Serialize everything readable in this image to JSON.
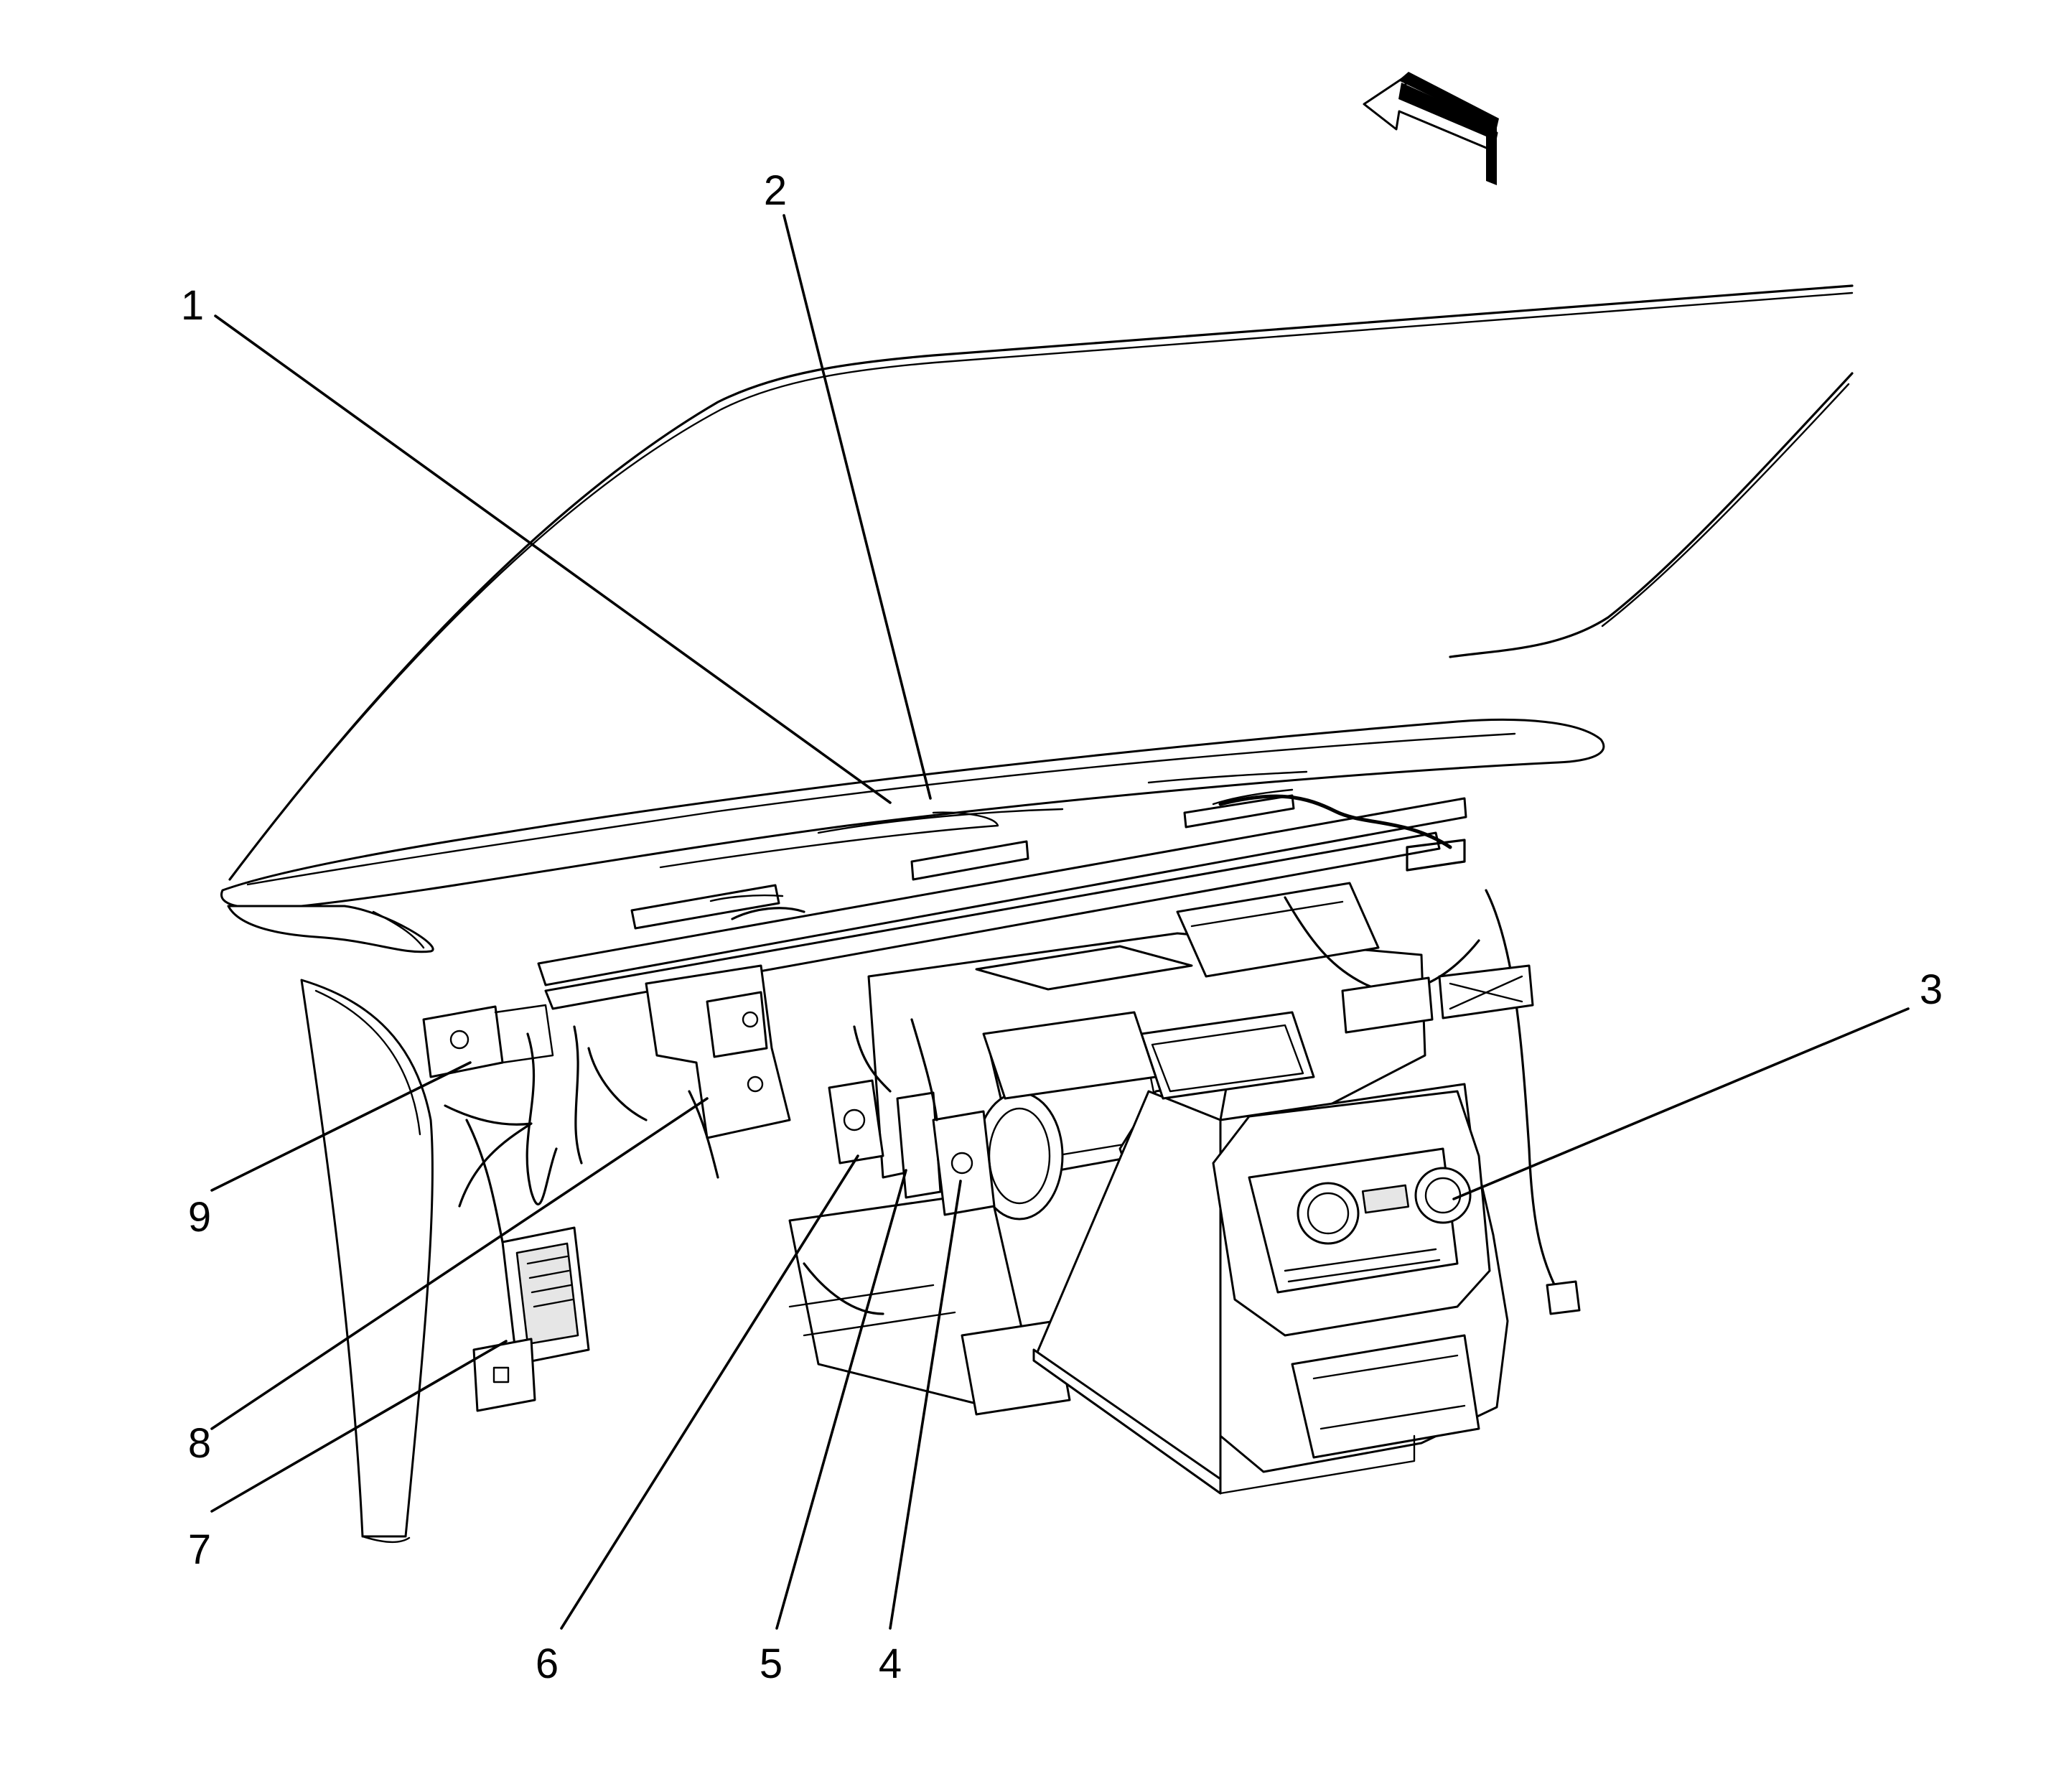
{
  "callouts": [
    {
      "id": "1",
      "text": "1"
    },
    {
      "id": "2",
      "text": "2"
    },
    {
      "id": "3",
      "text": "3"
    },
    {
      "id": "4",
      "text": "4"
    },
    {
      "id": "5",
      "text": "5"
    },
    {
      "id": "6",
      "text": "6"
    },
    {
      "id": "7",
      "text": "7"
    },
    {
      "id": "8",
      "text": "8"
    },
    {
      "id": "9",
      "text": "9"
    }
  ],
  "direction_indicator": {
    "icon": "forward-arrow-icon"
  }
}
